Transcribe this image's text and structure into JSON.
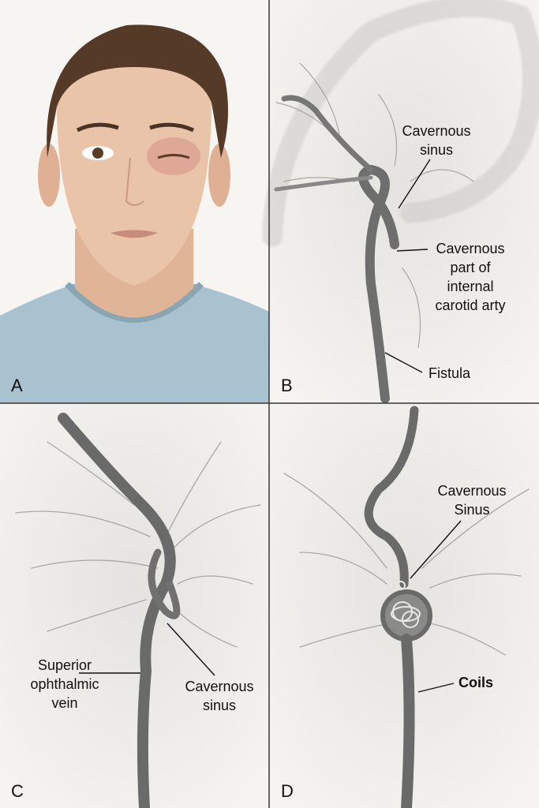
{
  "panels": {
    "a": {
      "letter": "A"
    },
    "b": {
      "letter": "B",
      "labels": {
        "cavernous_sinus": [
          "Cavernous",
          "sinus"
        ],
        "ica": [
          "Cavernous",
          "part of",
          "internal",
          "carotid arty"
        ],
        "fistula": "Fistula"
      }
    },
    "c": {
      "letter": "C",
      "labels": {
        "sov": [
          "Superior",
          "ophthalmic",
          "vein"
        ],
        "cavernous_sinus": [
          "Cavernous",
          "sinus"
        ]
      }
    },
    "d": {
      "letter": "D",
      "labels": {
        "cavernous_sinus": [
          "Cavernous",
          "Sinus"
        ],
        "coils": "Coils"
      }
    }
  },
  "colors": {
    "divider": "#333333",
    "vessel": "#6e6e6e",
    "bg_angio": "#ecebe8",
    "shirt": "#a8c2cf",
    "skin": "#e8c2a6",
    "hair": "#553a28"
  }
}
